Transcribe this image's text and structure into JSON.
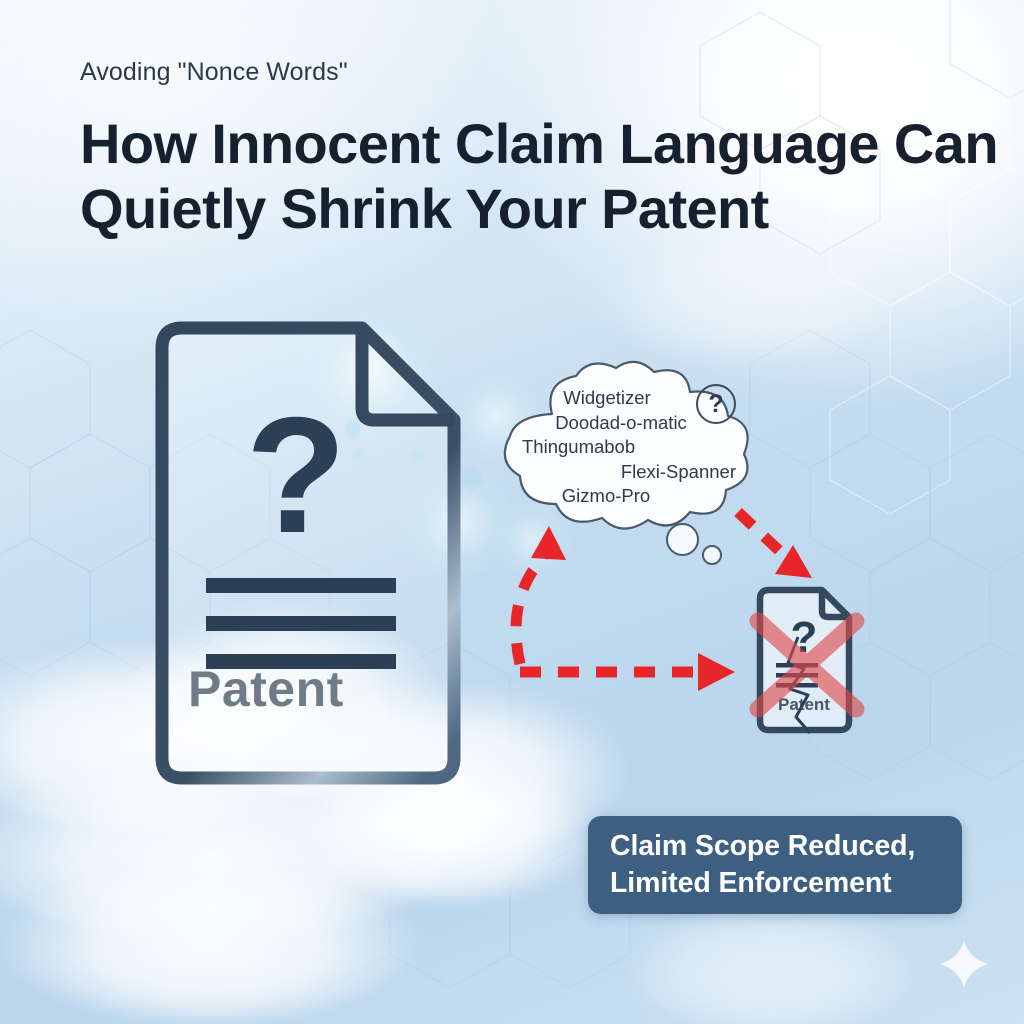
{
  "header": {
    "eyebrow": "Avoding \"Nonce Words\"",
    "headline_line1": "How Innocent Claim Language Can",
    "headline_line2": "Quietly Shrink Your Patent"
  },
  "big_document": {
    "question_mark": "?",
    "label": "Patent",
    "line_count": 3
  },
  "thought_cloud": {
    "badge": "?",
    "words": [
      "Widgetizer",
      "Doodad-o-matic",
      "Thingumabob",
      "Flexi-Spanner",
      "Gizmo-Pro"
    ]
  },
  "small_document": {
    "question_mark": "?",
    "label": "Patent"
  },
  "banner": {
    "line1": "Claim Scope Reduced,",
    "line2": "Limited Enforcement"
  },
  "icons": {
    "sparkle": "sparkle-star-icon",
    "arrow_to_cloud": "red-dashed-arrow-up",
    "arrow_to_doc": "red-dashed-arrow-down-right",
    "arrow_horizontal": "red-dashed-arrow-right",
    "red_x": "red-x-cross-icon",
    "crack": "crack-tear-icon"
  },
  "colors": {
    "headline": "#17202f",
    "eyebrow": "#2a3949",
    "doc_stroke": "#34495e",
    "doc_label": "#6f7b86",
    "cloud_stroke": "#4a5a6b",
    "cloud_text": "#2d3c4c",
    "arrow_red": "#e8262a",
    "x_red": "#e8a0a0",
    "banner_bg": "#3d5f82",
    "banner_text": "#ffffff",
    "background_top": "#eef5fb",
    "background_mid": "#c2dbef"
  }
}
